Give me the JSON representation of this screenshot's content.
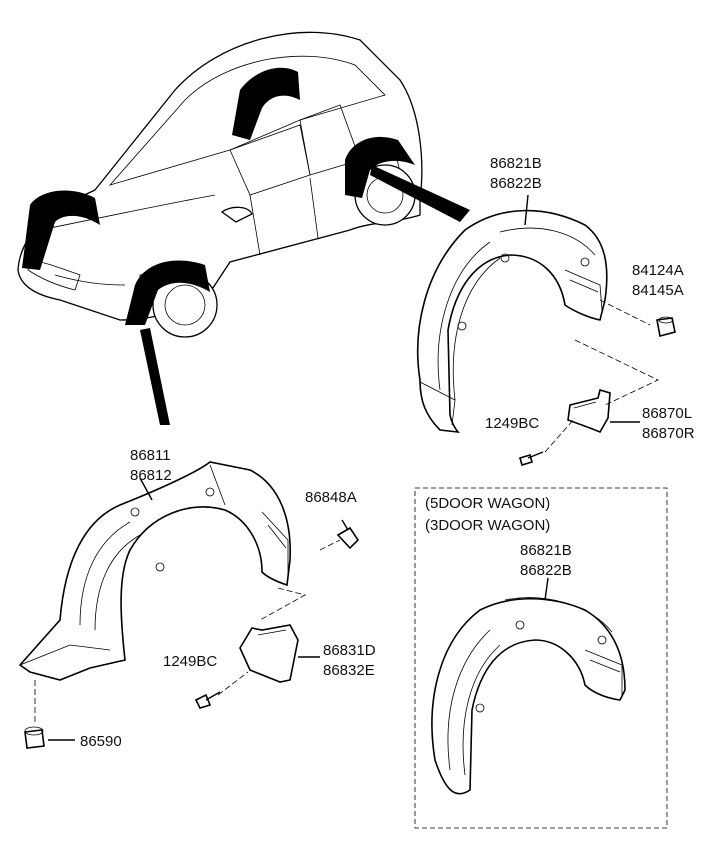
{
  "labels": {
    "rear_liner_top": [
      "86821B",
      "86822B"
    ],
    "rear_nut": [
      "84124A",
      "84145A"
    ],
    "rear_screw": "1249BC",
    "rear_flap": [
      "86870L",
      "86870R"
    ],
    "front_liner": [
      "86811",
      "86812"
    ],
    "front_clip": "86848A",
    "front_screw": "1249BC",
    "front_flap": [
      "86831D",
      "86832E"
    ],
    "front_bolt": "86590",
    "wagon_variants": [
      "(5DOOR WAGON)",
      "(3DOOR WAGON)"
    ],
    "wagon_liner": [
      "86821B",
      "86822B"
    ]
  },
  "colors": {
    "ink": "#000000",
    "paper": "#ffffff"
  }
}
